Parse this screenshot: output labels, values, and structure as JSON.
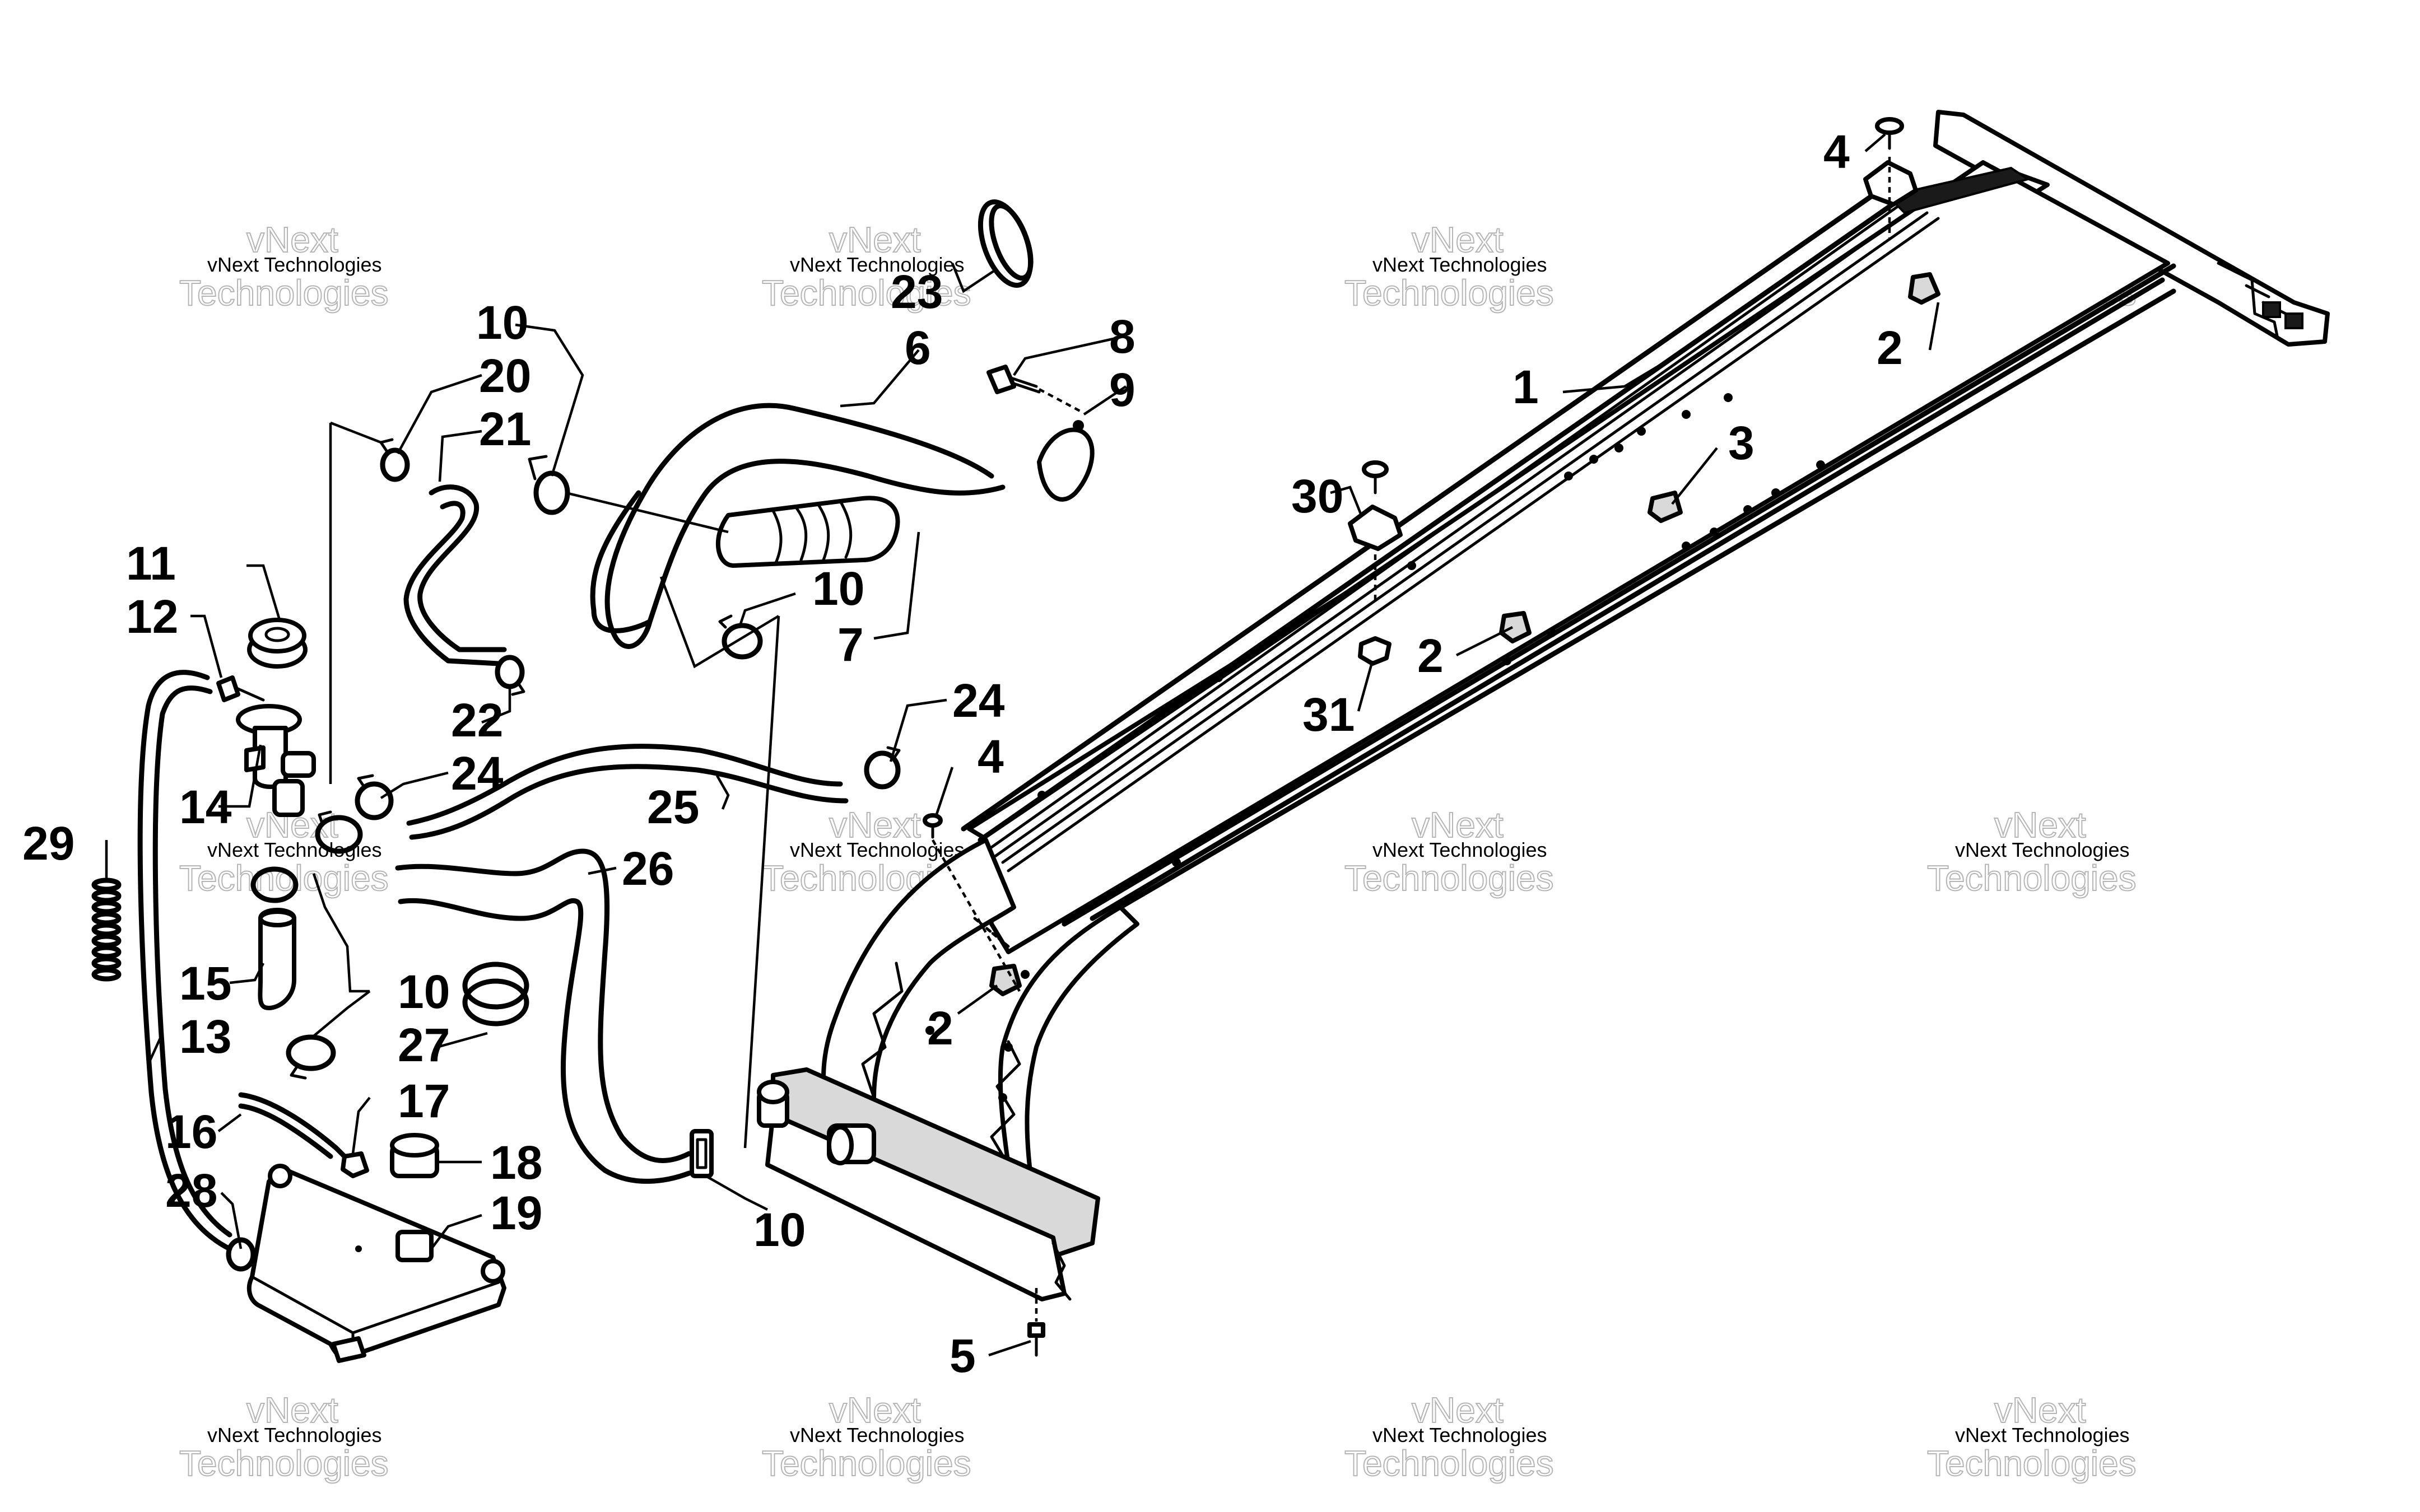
{
  "watermark": {
    "line": "vNext Technologies",
    "big_top": "vNext",
    "big_bottom": "Technologies"
  },
  "callouts": {
    "c1": "1",
    "c2a": "2",
    "c2b": "2",
    "c2c": "2",
    "c3": "3",
    "c4a": "4",
    "c4b": "4",
    "c5": "5",
    "c6": "6",
    "c7": "7",
    "c8": "8",
    "c9": "9",
    "c10a": "10",
    "c10b": "10",
    "c10c": "10",
    "c10d": "10",
    "c11": "11",
    "c12": "12",
    "c13": "13",
    "c14": "14",
    "c15": "15",
    "c16": "16",
    "c17": "17",
    "c18": "18",
    "c19": "19",
    "c20": "20",
    "c21": "21",
    "c22": "22",
    "c23": "23",
    "c24a": "24",
    "c24b": "24",
    "c25": "25",
    "c26": "26",
    "c27": "27",
    "c28": "28",
    "c29": "29",
    "c30": "30",
    "c31": "31"
  }
}
